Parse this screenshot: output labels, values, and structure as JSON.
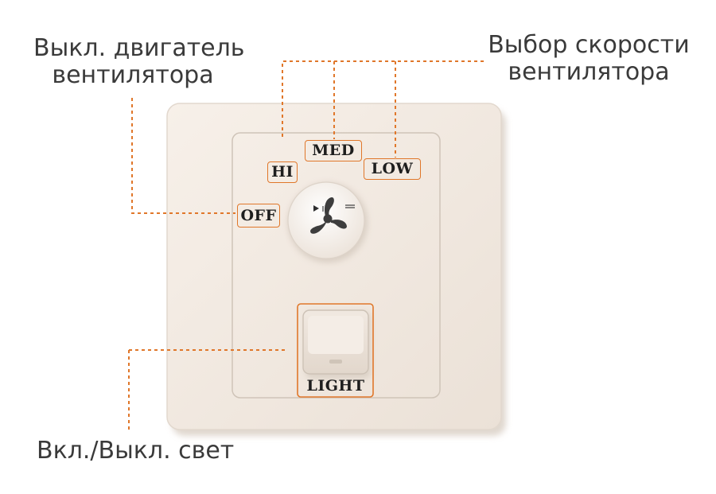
{
  "captions": {
    "motor_off": [
      "Выкл. двигатель",
      "вентилятора"
    ],
    "speed_select": [
      "Выбор скорости",
      "вентилятора"
    ],
    "light_toggle": "Вкл./Выкл. свет"
  },
  "switch_labels": {
    "hi": "HI",
    "med": "MED",
    "low": "LOW",
    "off": "OFF",
    "light": "LIGHT"
  },
  "icons": {
    "fan": "fan-icon",
    "arrow": "rotation-arrow-icon"
  },
  "colors": {
    "callout": "#e0772a",
    "plate": "#f3ebe3",
    "text": "#3a3a3a"
  }
}
